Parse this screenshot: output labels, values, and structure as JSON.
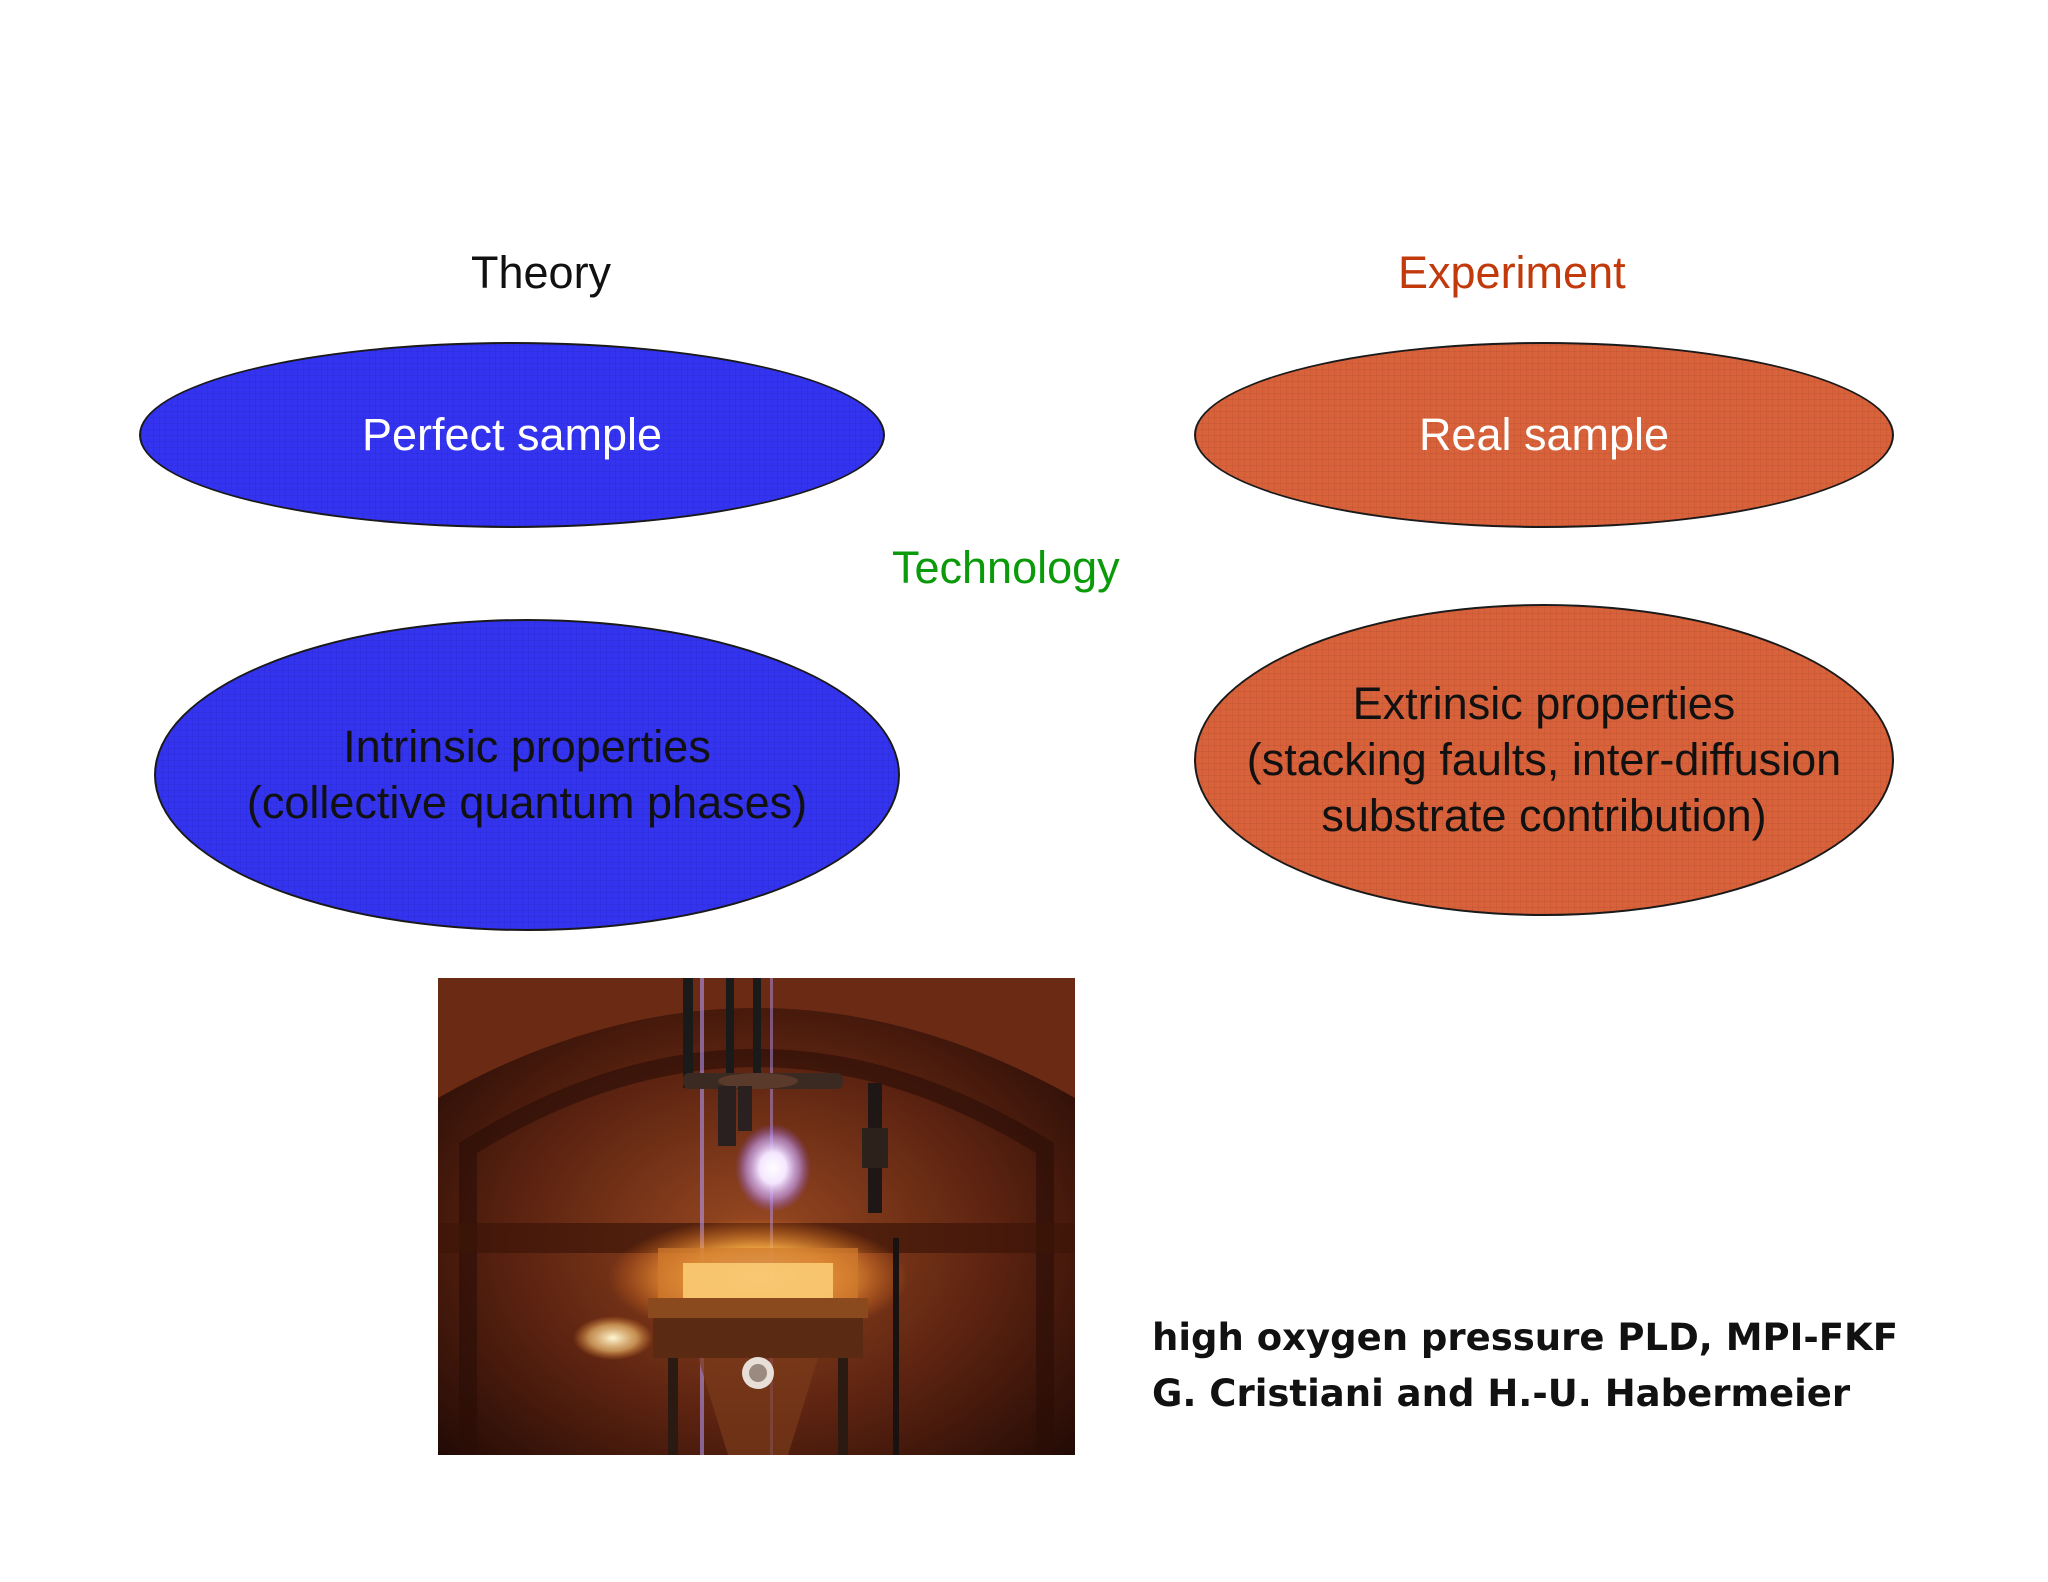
{
  "headings": {
    "theory": "Theory",
    "experiment": "Experiment",
    "technology": "Technology"
  },
  "ellipses": {
    "perfect_sample": "Perfect sample",
    "real_sample": "Real sample",
    "intrinsic": "Intrinsic properties\n(collective quantum phases)",
    "extrinsic": "Extrinsic properties\n(stacking faults, inter-diffusion\nsubstrate contribution)"
  },
  "caption": {
    "line1": "high oxygen pressure PLD, MPI-FKF",
    "line2": "G. Cristiani and H.-U. Habermeier"
  },
  "colors": {
    "theory": "#111111",
    "experiment": "#c23a0c",
    "technology": "#0a9a0a",
    "theory_fill": "#3333f0",
    "experiment_fill": "#d9623a"
  },
  "photo": {
    "description_icon": "pld-chamber-photo"
  }
}
